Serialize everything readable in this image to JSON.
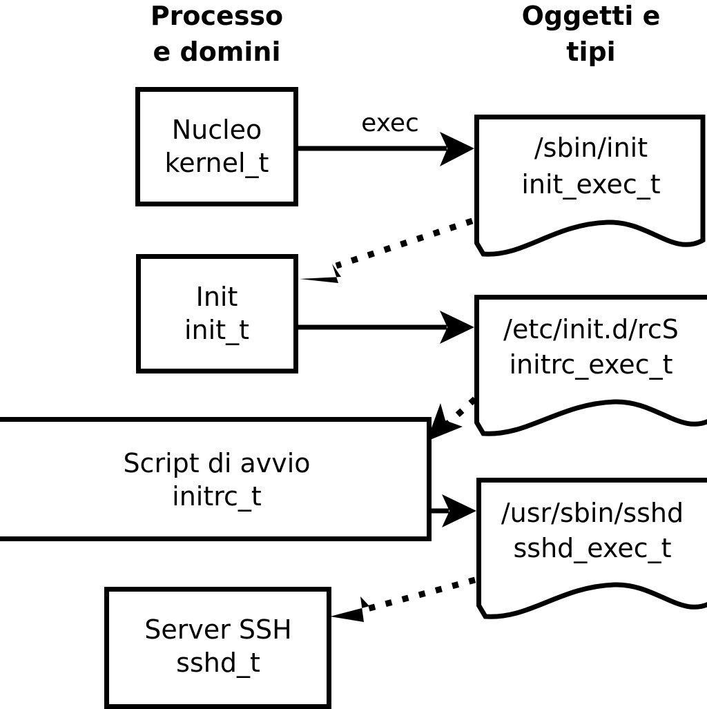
{
  "diagram": {
    "title_columns": {
      "left": "Processo\ne domini",
      "left_line1": "Processo",
      "left_line2": "e domini",
      "right_line1": "Oggetti e",
      "right_line2": "tipi"
    },
    "colors": {
      "background": "#ffffff",
      "stroke": "#000000",
      "text": "#000000"
    },
    "process_nodes": [
      {
        "id": "kernel",
        "line1": "Nucleo",
        "line2": "kernel_t"
      },
      {
        "id": "init",
        "line1": "Init",
        "line2": "init_t"
      },
      {
        "id": "initrc",
        "line1": "Script di avvio",
        "line2": "initrc_t"
      },
      {
        "id": "sshd",
        "line1": "Server SSH",
        "line2": "sshd_t"
      }
    ],
    "object_nodes": [
      {
        "id": "init-exec",
        "line1": "/sbin/init",
        "line2": "init_exec_t"
      },
      {
        "id": "initrc-exec",
        "line1": "/etc/init.d/rcS",
        "line2": "initrc_exec_t"
      },
      {
        "id": "sshd-exec",
        "line1": "/usr/sbin/sshd",
        "line2": "sshd_exec_t"
      }
    ],
    "edges": [
      {
        "id": "kernel-to-init-exec",
        "label": "exec",
        "style": "solid",
        "from": "kernel",
        "to": "init-exec"
      },
      {
        "id": "init-exec-to-init",
        "label": "",
        "style": "dotted",
        "from": "init-exec",
        "to": "init"
      },
      {
        "id": "init-to-initrc-exec",
        "label": "",
        "style": "solid",
        "from": "init",
        "to": "initrc-exec"
      },
      {
        "id": "initrc-exec-to-initrc",
        "label": "",
        "style": "dotted",
        "from": "initrc-exec",
        "to": "initrc"
      },
      {
        "id": "initrc-to-sshd-exec",
        "label": "",
        "style": "solid",
        "from": "initrc",
        "to": "sshd-exec"
      },
      {
        "id": "sshd-exec-to-sshd",
        "label": "",
        "style": "dotted",
        "from": "sshd-exec",
        "to": "sshd"
      }
    ]
  }
}
